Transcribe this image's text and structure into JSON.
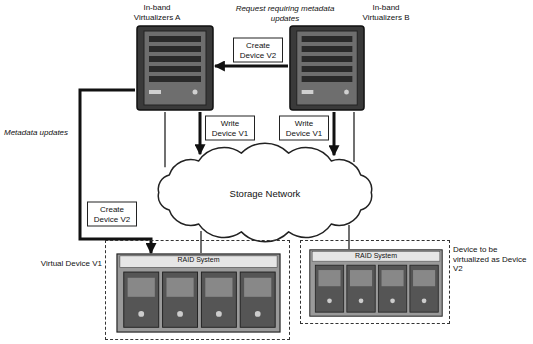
{
  "diagram": {
    "nodes": [
      {
        "text": [
          "In-band Virtualizers A"
        ]
      },
      {
        "text": [
          "In-band Virtualizers B"
        ]
      },
      {
        "text": [
          "Storage Network"
        ]
      },
      {
        "text": [
          "Virtual Device V1"
        ]
      },
      {
        "text": [
          "RAID System"
        ],
        "in": 3
      },
      {
        "text": [
          "Device to be virtualized as Device V2"
        ]
      },
      {
        "text": [
          "RAID System"
        ],
        "in": 5
      }
    ],
    "edges": [
      {
        "from": 1,
        "to": 0,
        "arrow": "to",
        "label": "Create Device V2"
      },
      {
        "from": 0,
        "to": 2,
        "arrow": "to",
        "label": "Write Device V1"
      },
      {
        "from": 1,
        "to": 2,
        "arrow": "to",
        "label": "Write Device V1"
      },
      {
        "from": 0,
        "to": 4,
        "arrow": "to",
        "label": "Create Device V2"
      },
      {
        "from": 0,
        "to": 2,
        "arrow": "none"
      },
      {
        "from": 1,
        "to": 2,
        "arrow": "none"
      },
      {
        "from": 2,
        "to": 4,
        "arrow": "none"
      },
      {
        "from": 2,
        "to": 6,
        "arrow": "none"
      }
    ],
    "labels": [
      "Request requiring metadata updates",
      "Metadata updates"
    ]
  }
}
